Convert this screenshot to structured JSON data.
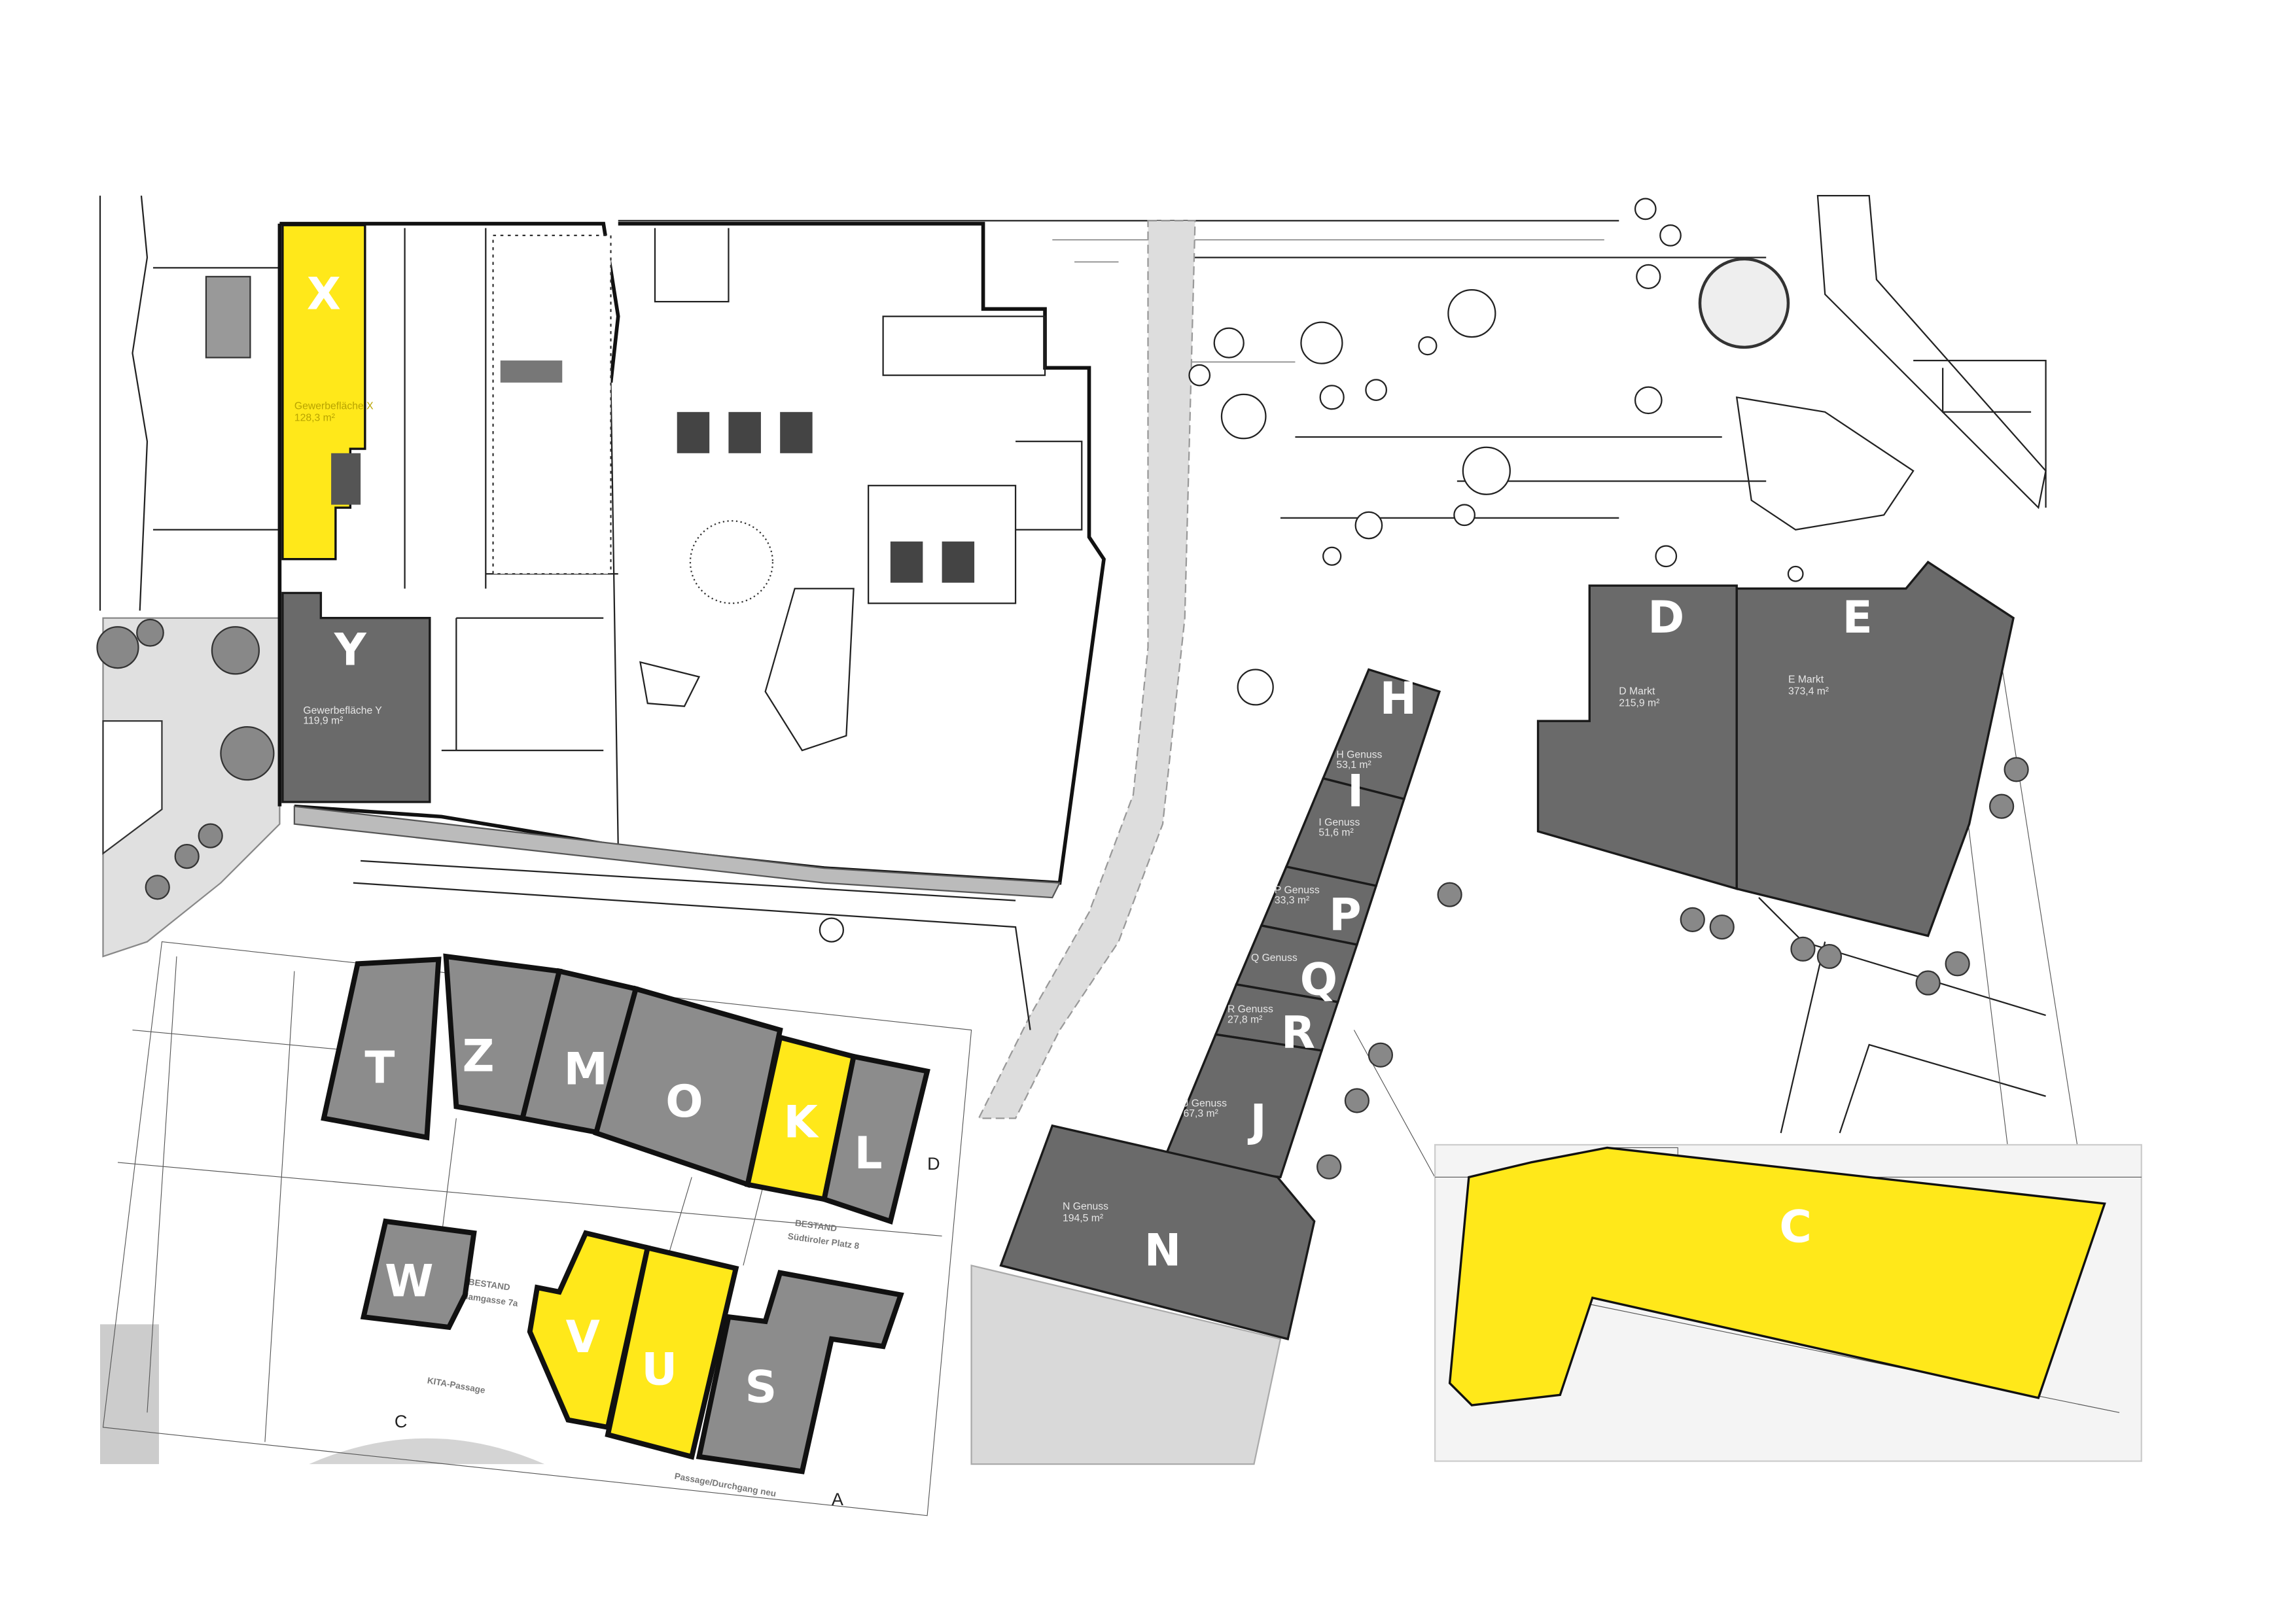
{
  "title": "Grundriss Erdgeschoss – Gewerbeflächen",
  "colors": {
    "highlight": "#ffe81a",
    "unit_dark": "#6a6a6a",
    "unit_mid": "#8c8c8c"
  },
  "units": {
    "X": {
      "letter": "X",
      "name": "Gewerbefläche X",
      "area": "128,3 m²",
      "highlight": true
    },
    "Y": {
      "letter": "Y",
      "name": "Gewerbefläche Y",
      "area": "119,9 m²",
      "highlight": false
    },
    "D": {
      "letter": "D",
      "name": "D Markt",
      "area": "215,9 m²",
      "highlight": false
    },
    "E": {
      "letter": "E",
      "name": "E Markt",
      "area": "373,4 m²",
      "highlight": false
    },
    "H": {
      "letter": "H",
      "name": "H Genuss",
      "area": "53,1 m²",
      "highlight": false
    },
    "I": {
      "letter": "I",
      "name": "I Genuss",
      "area": "51,6 m²",
      "highlight": false
    },
    "P": {
      "letter": "P",
      "name": "P Genuss",
      "area": "33,3 m²",
      "highlight": false
    },
    "Q": {
      "letter": "Q",
      "name": "Q Genuss",
      "highlight": false
    },
    "R": {
      "letter": "R",
      "name": "R Genuss",
      "area": "27,8 m²",
      "highlight": false
    },
    "J": {
      "letter": "J",
      "name": "J Genuss",
      "area": "67,3 m²",
      "highlight": false
    },
    "N": {
      "letter": "N",
      "name": "N Genuss",
      "area": "194,5 m²",
      "highlight": false
    },
    "T": {
      "letter": "T",
      "highlight": false
    },
    "Z": {
      "letter": "Z",
      "highlight": false
    },
    "M": {
      "letter": "M",
      "highlight": false
    },
    "O": {
      "letter": "O",
      "highlight": false
    },
    "K": {
      "letter": "K",
      "highlight": true
    },
    "L": {
      "letter": "L",
      "highlight": false
    },
    "W": {
      "letter": "W",
      "highlight": false
    },
    "V": {
      "letter": "V",
      "highlight": true
    },
    "U": {
      "letter": "U",
      "highlight": true
    },
    "S": {
      "letter": "S",
      "highlight": false
    },
    "C": {
      "letter": "C",
      "highlight": true
    }
  },
  "annotations": {
    "bestand_1": "BESTAND",
    "bestand_1_addr": "Südtiroler Platz 8",
    "bestand_2": "BESTAND",
    "bestand_2_addr": "Adamgasse 7a",
    "kita": "KITA-Passage",
    "passage": "Passage/Durchgang neu",
    "axis_a": "A",
    "axis_c": "C",
    "axis_d": "D"
  }
}
